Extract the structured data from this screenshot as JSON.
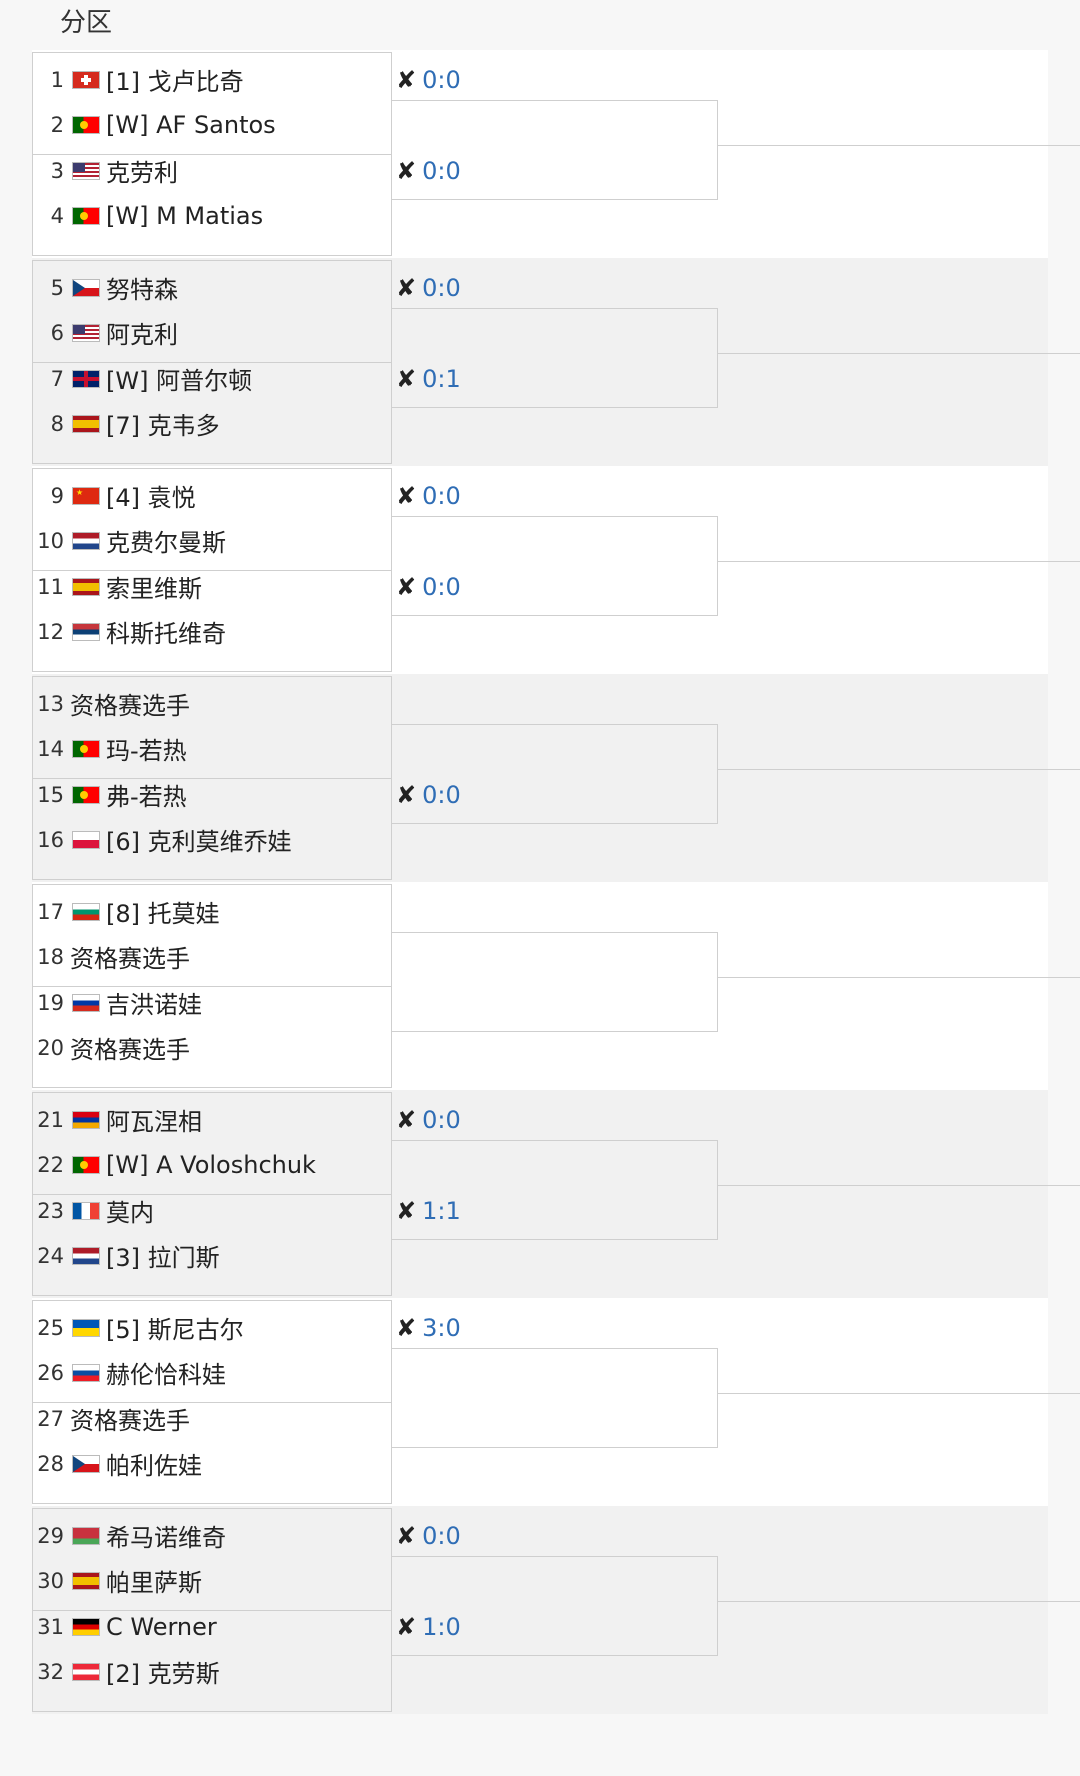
{
  "header": {
    "title": "分区"
  },
  "colors": {
    "score": "#2f6db5",
    "line": "#cfcfcf"
  },
  "blocks": [
    {
      "players": [
        {
          "num": "1",
          "flag": "switzerland",
          "name": "[1] 戈卢比奇"
        },
        {
          "num": "2",
          "flag": "portugal",
          "name": "[W] AF Santos"
        },
        {
          "num": "3",
          "flag": "usa",
          "name": "克劳利"
        },
        {
          "num": "4",
          "flag": "portugal",
          "name": "[W] M Matias"
        }
      ],
      "scores": [
        "0:0",
        "0:0"
      ]
    },
    {
      "players": [
        {
          "num": "5",
          "flag": "czech",
          "name": "努特森"
        },
        {
          "num": "6",
          "flag": "usa",
          "name": "阿克利"
        },
        {
          "num": "7",
          "flag": "uk",
          "name": "[W] 阿普尔顿"
        },
        {
          "num": "8",
          "flag": "spain",
          "name": "[7] 克韦多"
        }
      ],
      "scores": [
        "0:0",
        "0:1"
      ]
    },
    {
      "players": [
        {
          "num": "9",
          "flag": "china",
          "name": "[4] 袁悦"
        },
        {
          "num": "10",
          "flag": "netherlands",
          "name": "克费尔曼斯"
        },
        {
          "num": "11",
          "flag": "spain",
          "name": "索里维斯"
        },
        {
          "num": "12",
          "flag": "serbia",
          "name": "科斯托维奇"
        }
      ],
      "scores": [
        "0:0",
        "0:0"
      ]
    },
    {
      "players": [
        {
          "num": "13",
          "flag": "",
          "name": "资格赛选手"
        },
        {
          "num": "14",
          "flag": "portugal",
          "name": "玛-若热"
        },
        {
          "num": "15",
          "flag": "portugal",
          "name": "弗-若热"
        },
        {
          "num": "16",
          "flag": "poland",
          "name": "[6] 克利莫维乔娃"
        }
      ],
      "scores": [
        "",
        "0:0"
      ]
    },
    {
      "players": [
        {
          "num": "17",
          "flag": "bulgaria",
          "name": "[8] 托莫娃"
        },
        {
          "num": "18",
          "flag": "",
          "name": "资格赛选手"
        },
        {
          "num": "19",
          "flag": "russia",
          "name": "吉洪诺娃"
        },
        {
          "num": "20",
          "flag": "",
          "name": "资格赛选手"
        }
      ],
      "scores": [
        "",
        ""
      ]
    },
    {
      "players": [
        {
          "num": "21",
          "flag": "armenia",
          "name": "阿瓦涅相"
        },
        {
          "num": "22",
          "flag": "portugal",
          "name": "[W] A Voloshchuk"
        },
        {
          "num": "23",
          "flag": "france",
          "name": "莫内"
        },
        {
          "num": "24",
          "flag": "netherlands",
          "name": "[3] 拉门斯"
        }
      ],
      "scores": [
        "0:0",
        "1:1"
      ]
    },
    {
      "players": [
        {
          "num": "25",
          "flag": "ukraine",
          "name": "[5] 斯尼古尔"
        },
        {
          "num": "26",
          "flag": "slovakia",
          "name": "赫伦恰科娃"
        },
        {
          "num": "27",
          "flag": "",
          "name": "资格赛选手"
        },
        {
          "num": "28",
          "flag": "czech",
          "name": "帕利佐娃"
        }
      ],
      "scores": [
        "3:0",
        ""
      ]
    },
    {
      "players": [
        {
          "num": "29",
          "flag": "belarus",
          "name": "希马诺维奇"
        },
        {
          "num": "30",
          "flag": "spain",
          "name": "帕里萨斯"
        },
        {
          "num": "31",
          "flag": "germany",
          "name": "C Werner"
        },
        {
          "num": "32",
          "flag": "austria",
          "name": "[2] 克劳斯"
        }
      ],
      "scores": [
        "0:0",
        "1:0"
      ]
    }
  ]
}
